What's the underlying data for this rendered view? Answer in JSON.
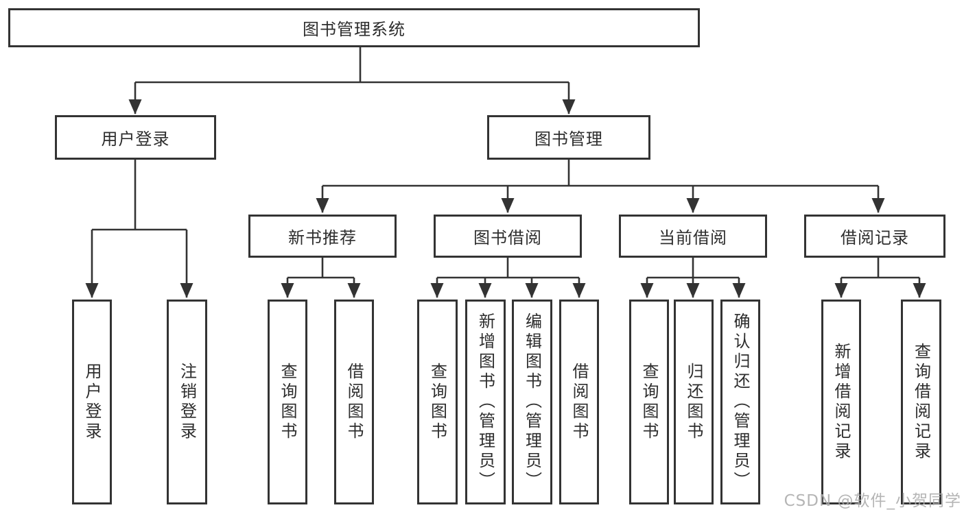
{
  "colors": {
    "line": "#333333",
    "box_border": "#333333",
    "text": "#2d2d2d",
    "background": "#ffffff",
    "watermark": "#ababab"
  },
  "watermark": {
    "text": "CSDN @软件_小贺同学"
  },
  "tree": {
    "root": {
      "label": "图书管理系统"
    },
    "children": [
      {
        "label": "用户登录",
        "leaves": [
          "用户登录",
          "注销登录"
        ]
      },
      {
        "label": "图书管理",
        "children": [
          {
            "label": "新书推荐",
            "leaves": [
              "查询图书",
              "借阅图书"
            ]
          },
          {
            "label": "图书借阅",
            "leaves": [
              "查询图书",
              "新增图书（管理员）",
              "编辑图书（管理员）",
              "借阅图书"
            ]
          },
          {
            "label": "当前借阅",
            "leaves": [
              "查询图书",
              "归还图书",
              "确认归还（管理员）"
            ]
          },
          {
            "label": "借阅记录",
            "leaves": [
              "新增借阅记录",
              "查询借阅记录"
            ]
          }
        ]
      }
    ]
  }
}
